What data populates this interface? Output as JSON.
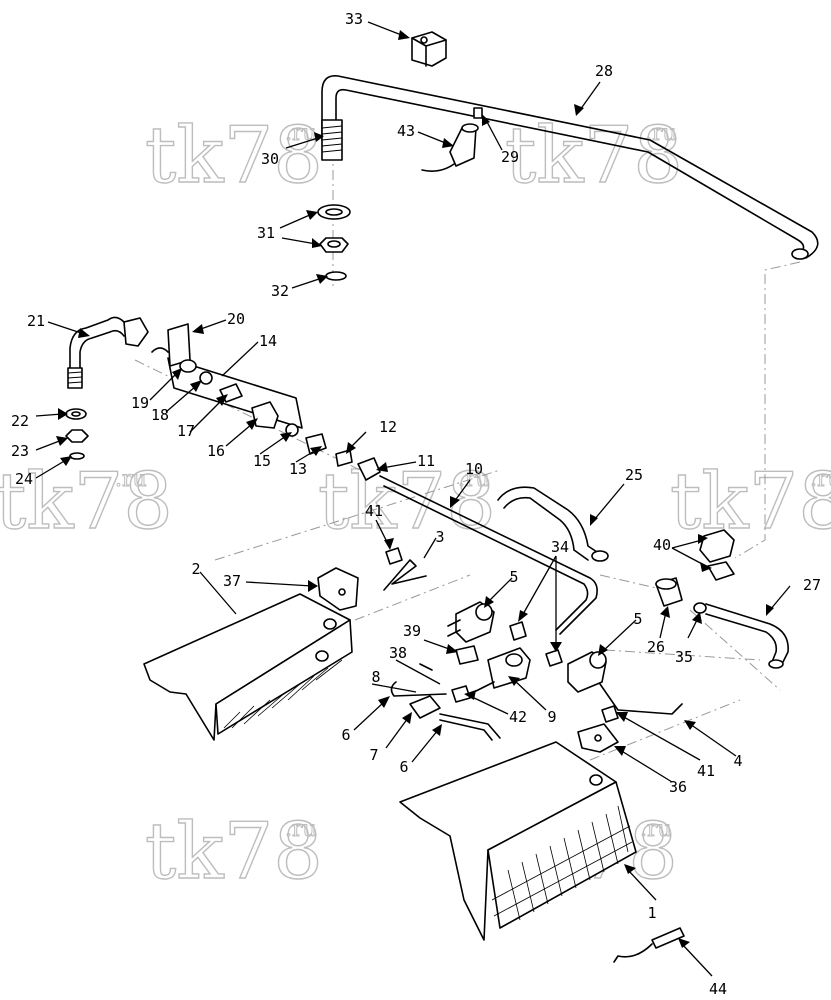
{
  "watermark": {
    "text": "tk78",
    "suffix": ".ru"
  },
  "callouts": [
    {
      "id": "c1",
      "label": "1"
    },
    {
      "id": "c2",
      "label": "2"
    },
    {
      "id": "c3",
      "label": "3"
    },
    {
      "id": "c4",
      "label": "4"
    },
    {
      "id": "c5a",
      "label": "5"
    },
    {
      "id": "c5b",
      "label": "5"
    },
    {
      "id": "c6a",
      "label": "6"
    },
    {
      "id": "c6b",
      "label": "6"
    },
    {
      "id": "c7",
      "label": "7"
    },
    {
      "id": "c8",
      "label": "8"
    },
    {
      "id": "c9",
      "label": "9"
    },
    {
      "id": "c10",
      "label": "10"
    },
    {
      "id": "c11",
      "label": "11"
    },
    {
      "id": "c12",
      "label": "12"
    },
    {
      "id": "c13",
      "label": "13"
    },
    {
      "id": "c14",
      "label": "14"
    },
    {
      "id": "c15",
      "label": "15"
    },
    {
      "id": "c16",
      "label": "16"
    },
    {
      "id": "c17",
      "label": "17"
    },
    {
      "id": "c18",
      "label": "18"
    },
    {
      "id": "c19",
      "label": "19"
    },
    {
      "id": "c20",
      "label": "20"
    },
    {
      "id": "c21",
      "label": "21"
    },
    {
      "id": "c22",
      "label": "22"
    },
    {
      "id": "c23",
      "label": "23"
    },
    {
      "id": "c24",
      "label": "24"
    },
    {
      "id": "c25",
      "label": "25"
    },
    {
      "id": "c26",
      "label": "26"
    },
    {
      "id": "c27",
      "label": "27"
    },
    {
      "id": "c28",
      "label": "28"
    },
    {
      "id": "c29",
      "label": "29"
    },
    {
      "id": "c30",
      "label": "30"
    },
    {
      "id": "c31",
      "label": "31"
    },
    {
      "id": "c32",
      "label": "32"
    },
    {
      "id": "c33",
      "label": "33"
    },
    {
      "id": "c34",
      "label": "34"
    },
    {
      "id": "c35",
      "label": "35"
    },
    {
      "id": "c36",
      "label": "36"
    },
    {
      "id": "c37",
      "label": "37"
    },
    {
      "id": "c38",
      "label": "38"
    },
    {
      "id": "c39",
      "label": "39"
    },
    {
      "id": "c40",
      "label": "40"
    },
    {
      "id": "c41a",
      "label": "41"
    },
    {
      "id": "c41b",
      "label": "41"
    },
    {
      "id": "c42",
      "label": "42"
    },
    {
      "id": "c43",
      "label": "43"
    },
    {
      "id": "c44",
      "label": "44"
    }
  ]
}
